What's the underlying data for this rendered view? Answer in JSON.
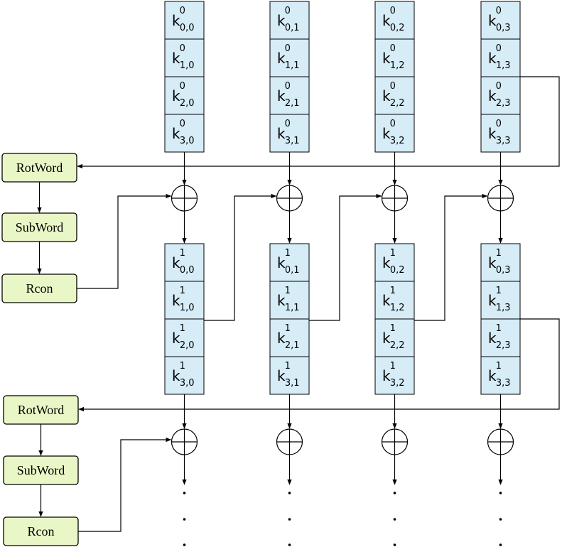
{
  "colors": {
    "key_cell": "#d6ecf7",
    "function_box": "#e9f7c6",
    "stroke": "#000000"
  },
  "key_symbol": "k",
  "rounds": [
    {
      "superscript": "0",
      "subscripts": [
        [
          "0,0",
          "0,1",
          "0,2",
          "0,3"
        ],
        [
          "1,0",
          "1,1",
          "1,2",
          "1,3"
        ],
        [
          "2,0",
          "2,1",
          "2,2",
          "2,3"
        ],
        [
          "3,0",
          "3,1",
          "3,2",
          "3,3"
        ]
      ]
    },
    {
      "superscript": "1",
      "subscripts": [
        [
          "0,0",
          "0,1",
          "0,2",
          "0,3"
        ],
        [
          "1,0",
          "1,1",
          "1,2",
          "1,3"
        ],
        [
          "2,0",
          "2,1",
          "2,2",
          "2,3"
        ],
        [
          "3,0",
          "3,1",
          "3,2",
          "3,3"
        ]
      ]
    }
  ],
  "function_stages": [
    [
      "RotWord",
      "SubWord",
      "Rcon"
    ],
    [
      "RotWord",
      "SubWord",
      "Rcon"
    ]
  ],
  "icons": {
    "xor": "circled-plus-icon",
    "continuation": "vertical-ellipsis-icon"
  }
}
